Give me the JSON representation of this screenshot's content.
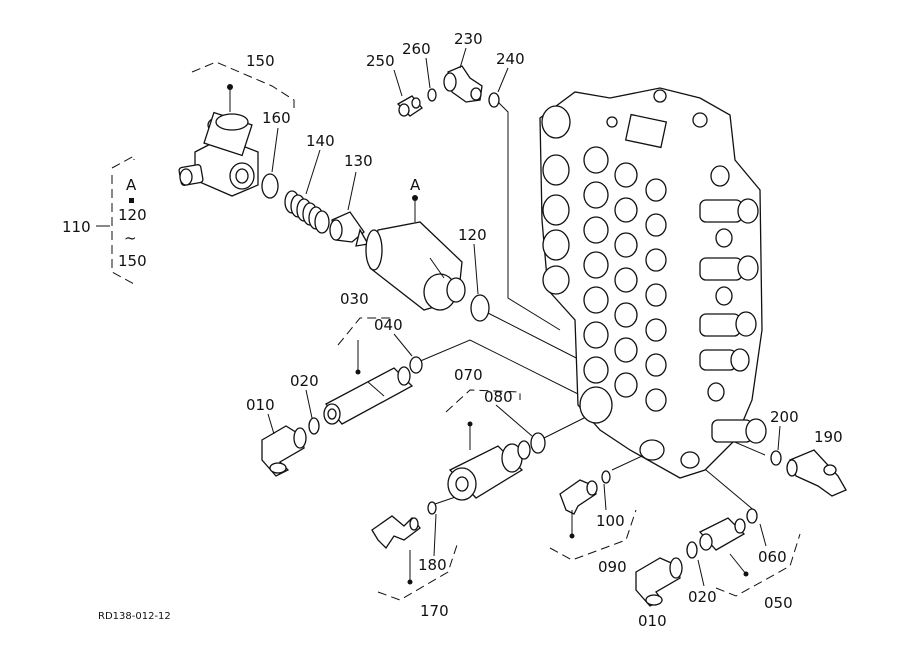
{
  "labels": {
    "p010a": "010",
    "p010b": "010",
    "p020a": "020",
    "p020b": "020",
    "p030": "030",
    "p040": "040",
    "p050": "050",
    "p060": "060",
    "p070": "070",
    "p080": "080",
    "p090": "090",
    "p100": "100",
    "p110": "110",
    "p120": "120",
    "p130": "130",
    "p140": "140",
    "p150": "150",
    "p160": "160",
    "p170": "170",
    "p180": "180",
    "p190": "190",
    "p200": "200",
    "p230": "230",
    "p240": "240",
    "p250": "250",
    "p260": "260",
    "sub_a": "A",
    "sub_120": "120",
    "sub_tilde": "~",
    "sub_150": "150",
    "ref_a": "A"
  },
  "drawing_number": "RD138-012-12"
}
